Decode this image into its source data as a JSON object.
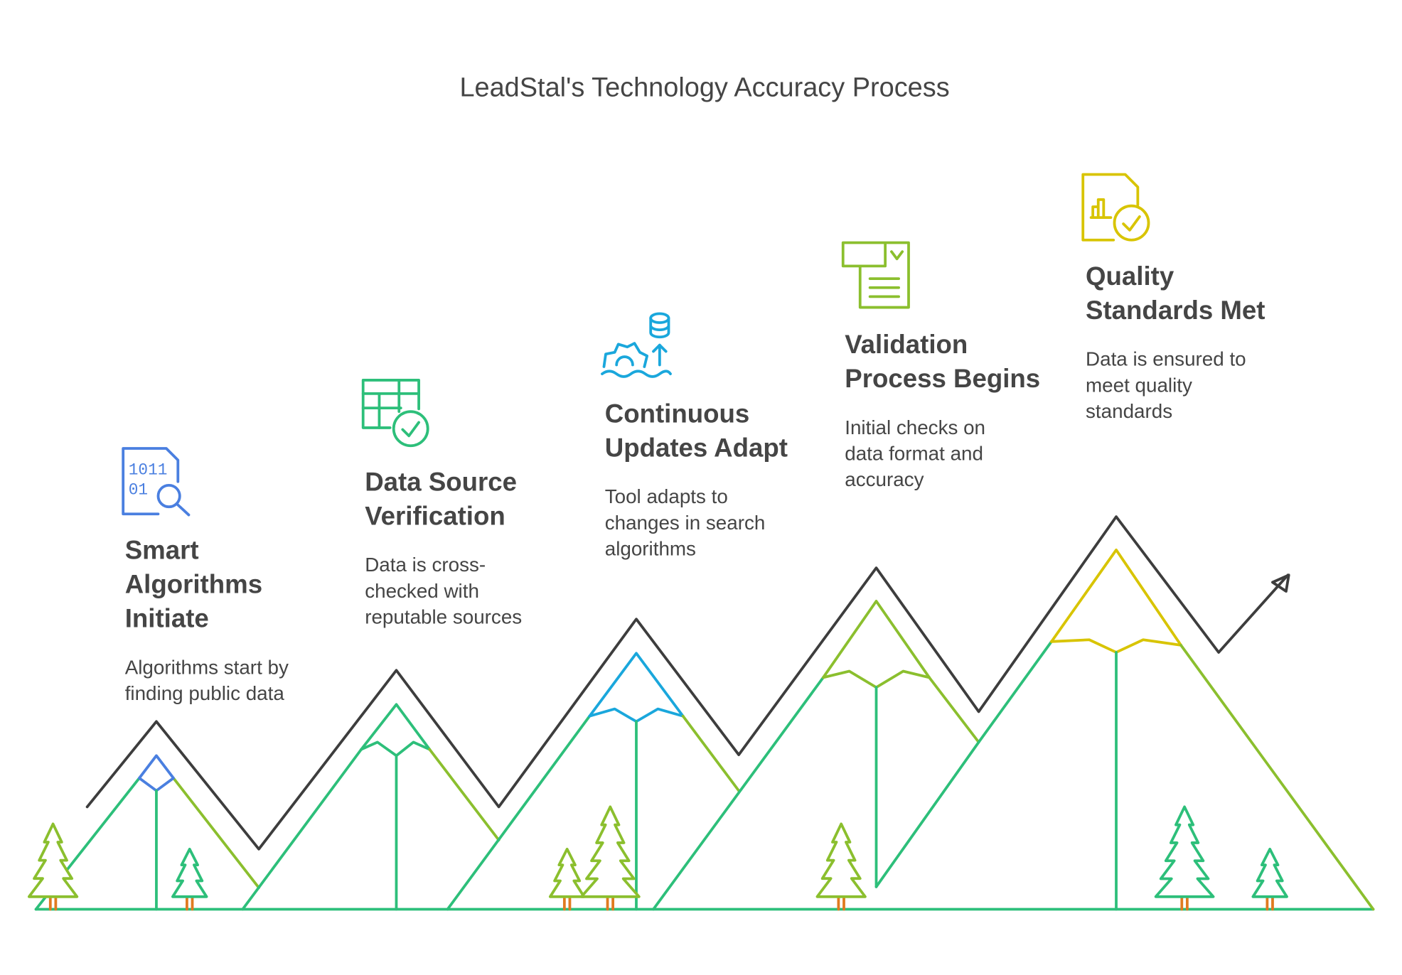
{
  "title": "LeadStal's Technology Accuracy Process",
  "steps": [
    {
      "title_lines": [
        "Smart",
        "Algorithms",
        "Initiate"
      ],
      "desc_lines": [
        "Algorithms start by",
        "finding public data"
      ],
      "icon": "binary-search-document-icon",
      "color": "#4a7fe0"
    },
    {
      "title_lines": [
        "Data Source",
        "Verification"
      ],
      "desc_lines": [
        "Data is cross-",
        "checked with",
        "reputable sources"
      ],
      "icon": "table-check-icon",
      "color": "#2dbf7a"
    },
    {
      "title_lines": [
        "Continuous",
        "Updates Adapt"
      ],
      "desc_lines": [
        "Tool adapts to",
        "changes in search",
        "algorithms"
      ],
      "icon": "gear-database-upload-icon",
      "color": "#1aa7dc"
    },
    {
      "title_lines": [
        "Validation",
        "Process Begins"
      ],
      "desc_lines": [
        "Initial checks on",
        "data format and",
        "accuracy"
      ],
      "icon": "checklist-document-icon",
      "color": "#8bbf2e"
    },
    {
      "title_lines": [
        "Quality",
        "Standards Met"
      ],
      "desc_lines": [
        "Data is ensured to",
        "meet quality",
        "standards"
      ],
      "icon": "report-check-icon",
      "color": "#d8c400"
    }
  ],
  "colors": {
    "line": "#3d3d3d",
    "green": "#2dbf7a",
    "olive": "#8bbf2e",
    "trunk": "#e07b20"
  }
}
